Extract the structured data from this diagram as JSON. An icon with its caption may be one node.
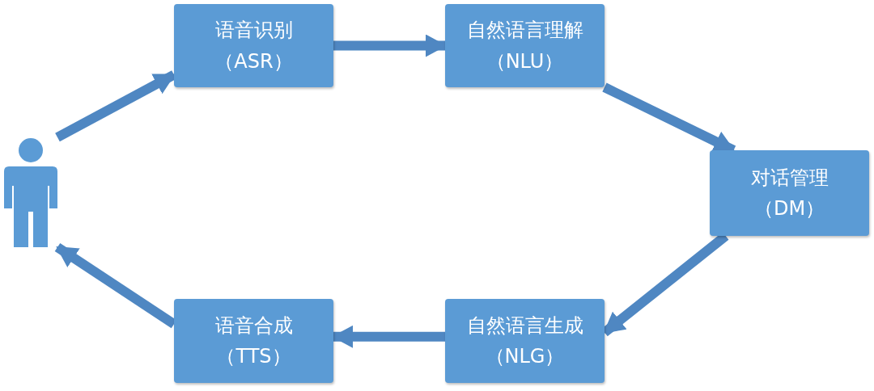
{
  "diagram": {
    "nodes": [
      {
        "text": [],
        "shape": "person"
      },
      {
        "text": [
          "语音识别",
          "（ASR）"
        ]
      },
      {
        "text": [
          "自然语言理解",
          "（NLU）"
        ]
      },
      {
        "text": [
          "对话管理",
          "（DM）"
        ]
      },
      {
        "text": [
          "自然语言生成",
          "（NLG）"
        ]
      },
      {
        "text": [
          "语音合成",
          "（TTS）"
        ]
      }
    ],
    "edges": [
      {
        "from": 0,
        "to": 1,
        "arrow": "to"
      },
      {
        "from": 1,
        "to": 2,
        "arrow": "to"
      },
      {
        "from": 2,
        "to": 3,
        "arrow": "to"
      },
      {
        "from": 3,
        "to": 4,
        "arrow": "to"
      },
      {
        "from": 4,
        "to": 5,
        "arrow": "to"
      },
      {
        "from": 5,
        "to": 0,
        "arrow": "to"
      }
    ]
  }
}
